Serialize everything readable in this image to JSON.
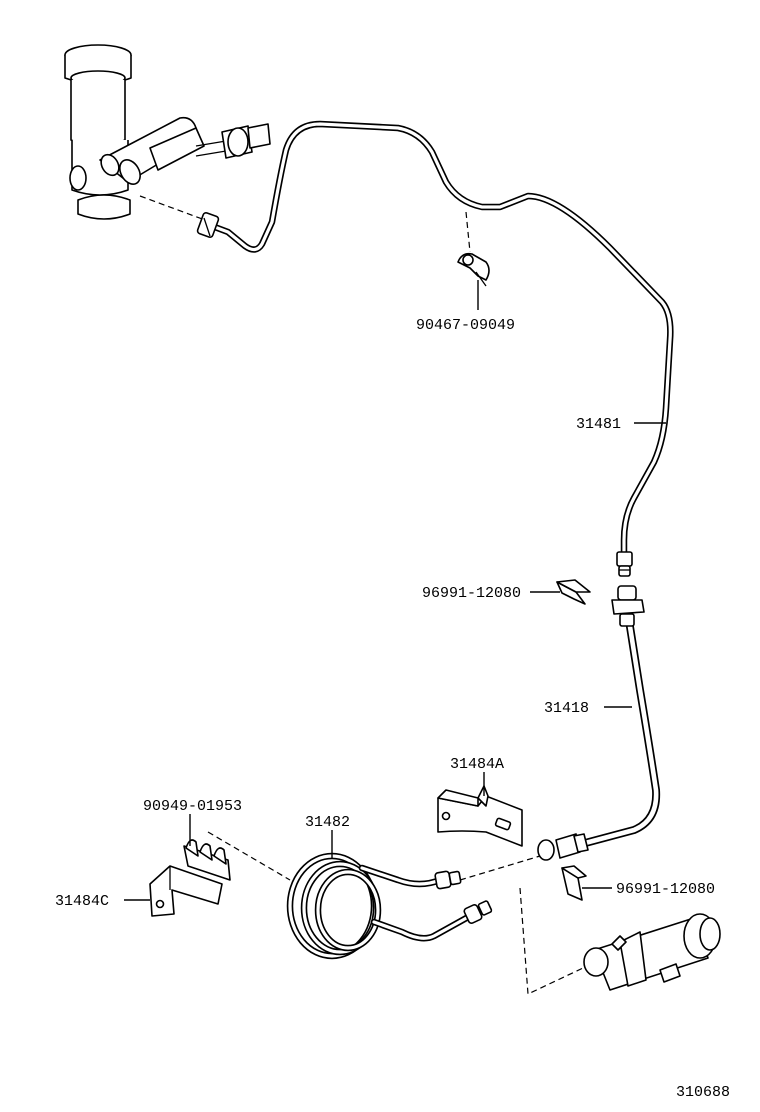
{
  "diagram": {
    "figure_number": "310688",
    "parts": [
      {
        "id": "p-clamp",
        "number": "90467-09049"
      },
      {
        "id": "p-tube",
        "number": "31481"
      },
      {
        "id": "p-clip-upper",
        "number": "96991-12080"
      },
      {
        "id": "p-hose",
        "number": "31418"
      },
      {
        "id": "p-bracket-a",
        "number": "31484A"
      },
      {
        "id": "p-clamp-lower",
        "number": "90949-01953"
      },
      {
        "id": "p-coil-tube",
        "number": "31482"
      },
      {
        "id": "p-bracket-c",
        "number": "31484C"
      },
      {
        "id": "p-clip-lower",
        "number": "96991-12080"
      }
    ]
  }
}
